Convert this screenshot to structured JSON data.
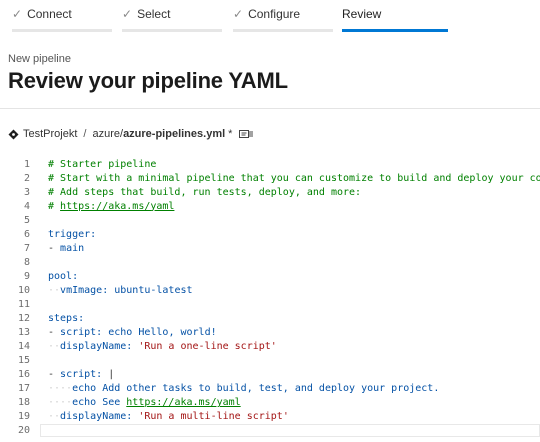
{
  "steps": [
    {
      "label": "Connect",
      "done": true
    },
    {
      "label": "Select",
      "done": true
    },
    {
      "label": "Configure",
      "done": true
    },
    {
      "label": "Review",
      "done": false,
      "active": true
    }
  ],
  "header": {
    "breadcrumb": "New pipeline",
    "title": "Review your pipeline YAML"
  },
  "file": {
    "repo": "TestProjekt",
    "separator": "/",
    "folder": "azure/",
    "filename": "azure-pipelines.yml",
    "modified": "*"
  },
  "code": {
    "lines": [
      {
        "n": "1",
        "parts": [
          {
            "t": "# Starter pipeline",
            "c": "comment"
          }
        ]
      },
      {
        "n": "2",
        "parts": [
          {
            "t": "# Start with a minimal pipeline that you can customize to build and deploy your code.",
            "c": "comment"
          }
        ]
      },
      {
        "n": "3",
        "parts": [
          {
            "t": "# Add steps that build, run tests, deploy, and more:",
            "c": "comment"
          }
        ]
      },
      {
        "n": "4",
        "parts": [
          {
            "t": "# ",
            "c": "comment"
          },
          {
            "t": "https://aka.ms/yaml",
            "c": "link"
          }
        ]
      },
      {
        "n": "5",
        "parts": []
      },
      {
        "n": "6",
        "parts": [
          {
            "t": "trigger:",
            "c": "key"
          }
        ]
      },
      {
        "n": "7",
        "parts": [
          {
            "t": "- ",
            "c": "plain"
          },
          {
            "t": "main",
            "c": "key"
          }
        ]
      },
      {
        "n": "8",
        "parts": []
      },
      {
        "n": "9",
        "parts": [
          {
            "t": "pool:",
            "c": "key"
          }
        ]
      },
      {
        "n": "10",
        "parts": [
          {
            "t": "··",
            "c": "ws"
          },
          {
            "t": "vmImage:",
            "c": "key"
          },
          {
            "t": " ",
            "c": "plain"
          },
          {
            "t": "ubuntu-latest",
            "c": "key"
          }
        ]
      },
      {
        "n": "11",
        "parts": []
      },
      {
        "n": "12",
        "parts": [
          {
            "t": "steps:",
            "c": "key"
          }
        ]
      },
      {
        "n": "13",
        "parts": [
          {
            "t": "- ",
            "c": "plain"
          },
          {
            "t": "script:",
            "c": "key"
          },
          {
            "t": " ",
            "c": "plain"
          },
          {
            "t": "echo Hello, world!",
            "c": "key"
          }
        ]
      },
      {
        "n": "14",
        "parts": [
          {
            "t": "··",
            "c": "ws"
          },
          {
            "t": "displayName:",
            "c": "key"
          },
          {
            "t": " ",
            "c": "plain"
          },
          {
            "t": "'Run a one-line script'",
            "c": "str"
          }
        ]
      },
      {
        "n": "15",
        "parts": []
      },
      {
        "n": "16",
        "parts": [
          {
            "t": "- ",
            "c": "plain"
          },
          {
            "t": "script:",
            "c": "key"
          },
          {
            "t": " |",
            "c": "plain"
          }
        ]
      },
      {
        "n": "17",
        "parts": [
          {
            "t": "····",
            "c": "ws"
          },
          {
            "t": "echo Add other tasks to build, test, and deploy your project.",
            "c": "key"
          }
        ]
      },
      {
        "n": "18",
        "parts": [
          {
            "t": "····",
            "c": "ws"
          },
          {
            "t": "echo See ",
            "c": "key"
          },
          {
            "t": "https://aka.ms/yaml",
            "c": "link"
          }
        ]
      },
      {
        "n": "19",
        "parts": [
          {
            "t": "··",
            "c": "ws"
          },
          {
            "t": "displayName:",
            "c": "key"
          },
          {
            "t": " ",
            "c": "plain"
          },
          {
            "t": "'Run a multi-line script'",
            "c": "str"
          }
        ]
      },
      {
        "n": "20",
        "parts": []
      }
    ],
    "cursor_line": "20"
  }
}
